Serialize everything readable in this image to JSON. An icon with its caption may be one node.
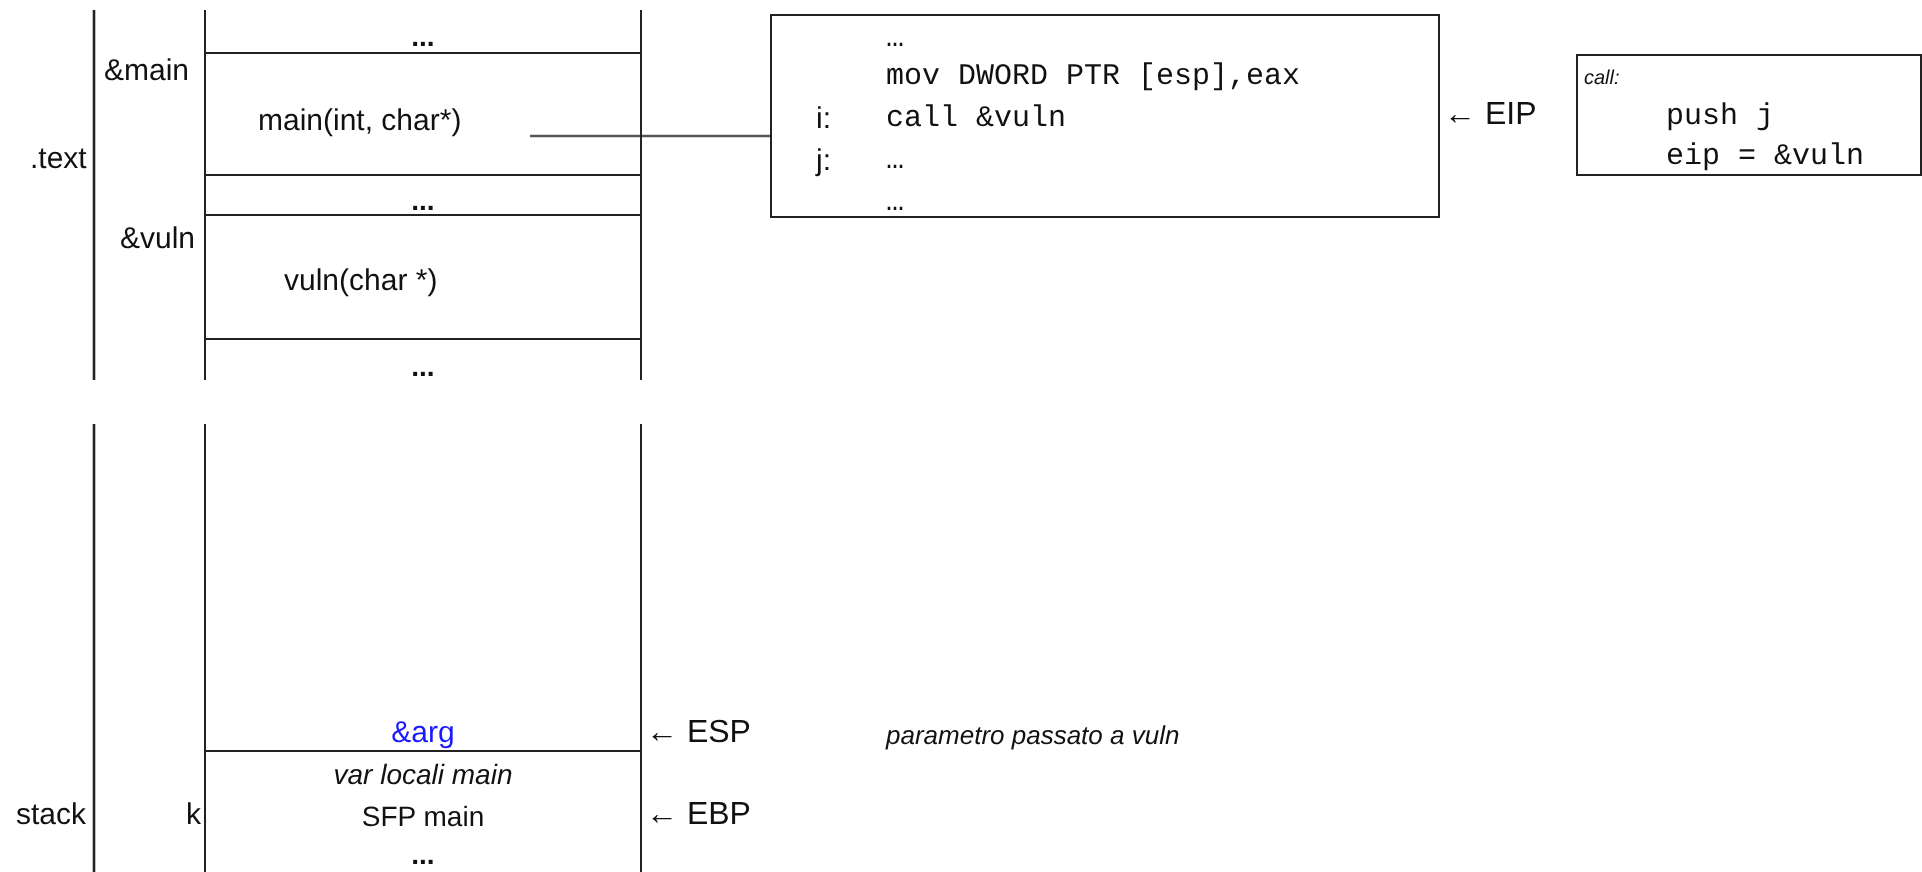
{
  "diagram": {
    "nodes": [
      {
        "text": [
          "..."
        ]
      },
      {
        "text": [
          "main(int, char*)"
        ]
      },
      {
        "text": [
          "..."
        ]
      },
      {
        "text": [
          "vuln(char *)"
        ]
      },
      {
        "text": [
          "..."
        ]
      },
      {
        "text": [
          "…",
          "mov DWORD PTR [esp],eax",
          "i:",
          "call &vuln",
          "j:",
          "…",
          "…"
        ]
      },
      {
        "text": [
          "call:",
          "push j",
          "eip = &vuln"
        ]
      },
      {
        "text": [
          "&arg"
        ]
      },
      {
        "text": [
          "var locali main",
          "SFP main",
          "..."
        ]
      }
    ],
    "edges": [
      {
        "from": 1,
        "to": 5,
        "arrow": "none"
      }
    ],
    "labels": [
      ".text",
      "&main",
      "&vuln",
      "← EIP",
      "stack",
      "k",
      "← ESP",
      "← EBP",
      "parametro passato a vuln"
    ]
  }
}
